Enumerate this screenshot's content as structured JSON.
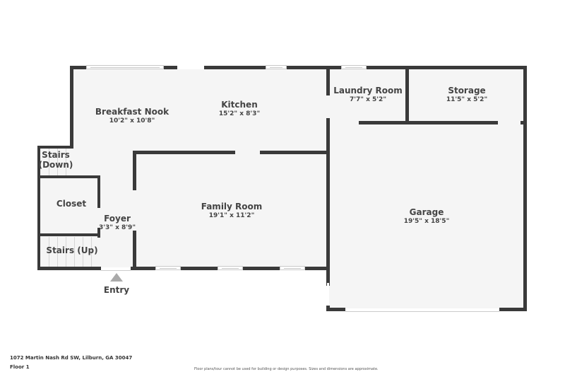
{
  "rooms": {
    "breakfast_nook": {
      "name": "Breakfast Nook",
      "dim": "10'2\" x 10'8\""
    },
    "kitchen": {
      "name": "Kitchen",
      "dim": "15'2\" x 8'3\""
    },
    "laundry": {
      "name": "Laundry Room",
      "dim": "7'7\" x 5'2\""
    },
    "storage": {
      "name": "Storage",
      "dim": "11'5\" x 5'2\""
    },
    "stairs_down": {
      "name": "Stairs\n(Down)",
      "line1": "Stairs",
      "line2": "(Down)"
    },
    "closet": {
      "name": "Closet"
    },
    "foyer": {
      "name": "Foyer",
      "dim": "3'3\" x 8'9\""
    },
    "stairs_up": {
      "name": "Stairs (Up)"
    },
    "family_room": {
      "name": "Family Room",
      "dim": "19'1\" x 11'2\""
    },
    "garage": {
      "name": "Garage",
      "dim": "19'5\" x 18'5\""
    }
  },
  "entry": {
    "label": "Entry"
  },
  "footer": {
    "address": "1072 Martin Nash Rd SW, Lilburn, GA 30047",
    "floor": "Floor 1",
    "disclaimer": "Floor plans/tour cannot be used for building or design purposes. Sizes and dimensions are approximate."
  },
  "colors": {
    "wall": "#3a3a3a",
    "floor": "#f5f5f5",
    "text": "#444444",
    "arrow": "#aaaaaa"
  }
}
